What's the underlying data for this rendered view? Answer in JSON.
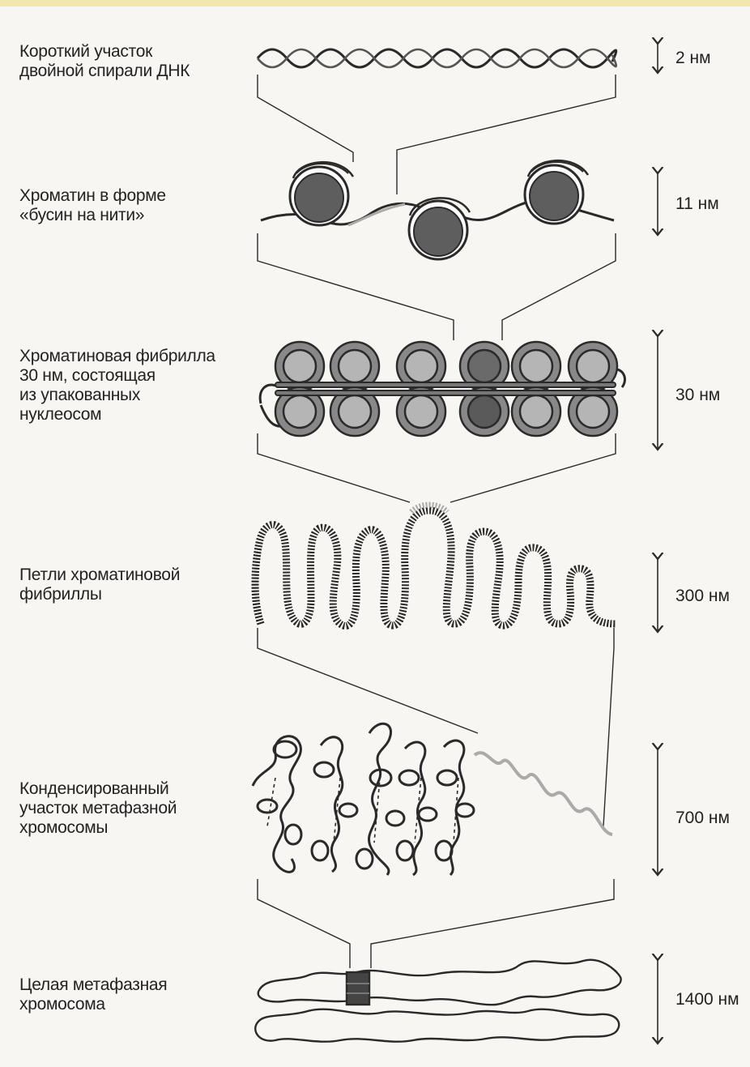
{
  "levels": [
    {
      "label": "Короткий участок\nдвойной спирали ДНК",
      "size": "2 нм"
    },
    {
      "label": "Хроматин в форме\n«бусин на нити»",
      "size": "11 нм"
    },
    {
      "label": "Хроматиновая фибрилла\n30 нм, состоящая\nиз упакованных\nнуклеосом",
      "size": "30 нм"
    },
    {
      "label": "Петли хроматиновой\nфибриллы",
      "size": "300 нм"
    },
    {
      "label": "Конденсированный\nучасток метафазной\nхромосомы",
      "size": "700 нм"
    },
    {
      "label": "Целая метафазная\nхромосома",
      "size": "1400 нм"
    }
  ],
  "colors": {
    "ink": "#2a2a2a",
    "bead_fill": "#5e5e5e",
    "bead_light": "#9a9a9a",
    "top_bar": "#f3e7b0"
  }
}
